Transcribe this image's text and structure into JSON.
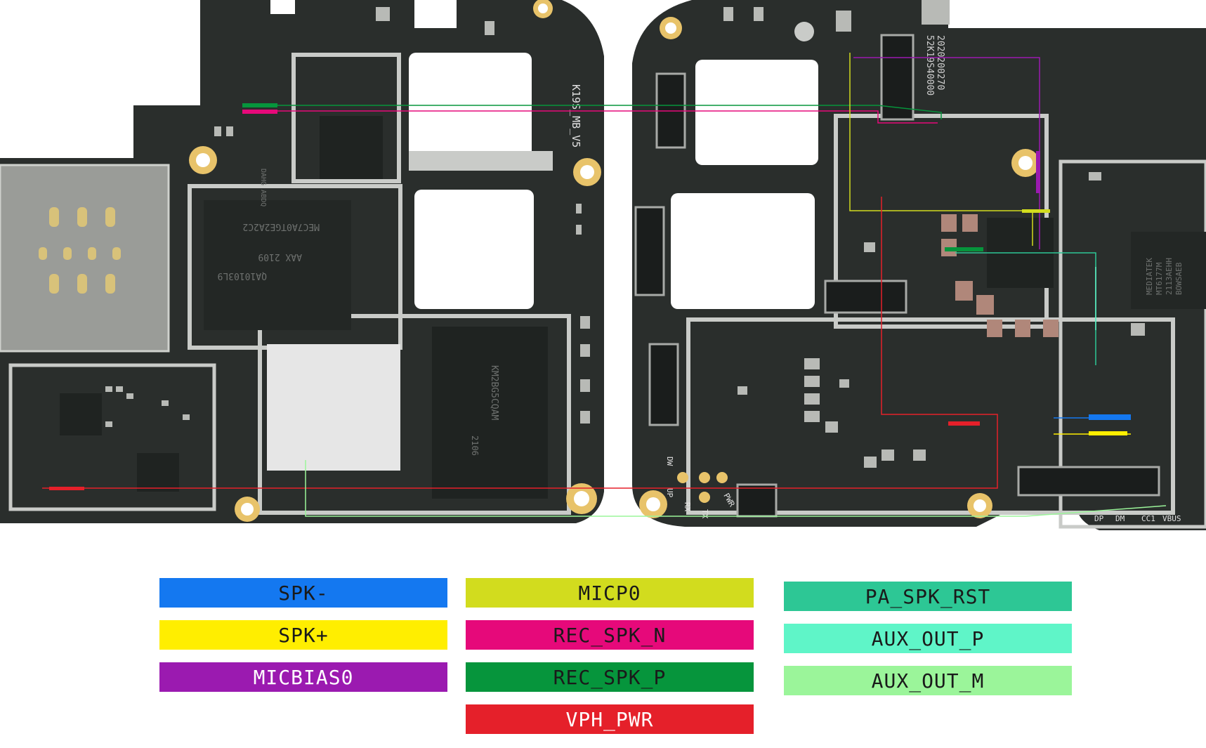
{
  "board": {
    "left_board": {
      "model_label": "K19S_MB_V5",
      "chip_text": [
        "MEC7A0TGE2A2C2",
        "AAX 2109",
        "QA10103L9"
      ],
      "memory_text": [
        "KM2BG5CQAM",
        "2106"
      ],
      "small_label": "DAHG ABDQ"
    },
    "right_board": {
      "serial_label": "52K19S40000",
      "serial_label_2": "2020200270",
      "chip_text": [
        "MEDIATEK",
        "MT6177M",
        "2113AEHH",
        "BOWSAEB"
      ],
      "pad_labels": [
        "DW",
        "UP",
        "RX",
        "TX",
        "PWR"
      ],
      "usb_labels": [
        "DP",
        "DM",
        "CC1",
        "VBUS"
      ]
    },
    "colors": {
      "pcb": "#2a2e2c",
      "pcb_dark": "#1f2321",
      "shield": "#c9cbc8",
      "gold": "#e8c36a",
      "component": "#b8bab6"
    }
  },
  "legend": [
    {
      "label": "SPK-",
      "color": "#1478f0",
      "text_color": "#1a1a1a"
    },
    {
      "label": "SPK+",
      "color": "#ffee00",
      "text_color": "#1a1a1a"
    },
    {
      "label": "MICBIAS0",
      "color": "#9b1ab0",
      "text_color": "#ffffff"
    },
    {
      "label": "MICP0",
      "color": "#d2dc1e",
      "text_color": "#1a1a1a"
    },
    {
      "label": "REC_SPK_N",
      "color": "#e6097a",
      "text_color": "#1a1a1a"
    },
    {
      "label": "REC_SPK_P",
      "color": "#06953c",
      "text_color": "#1a1a1a"
    },
    {
      "label": "VPH_PWR",
      "color": "#e5202a",
      "text_color": "#ffffff"
    },
    {
      "label": "PA_SPK_RST",
      "color": "#2dc795",
      "text_color": "#1a1a1a"
    },
    {
      "label": "AUX_OUT_P",
      "color": "#5ff5c8",
      "text_color": "#1a1a1a"
    },
    {
      "label": "AUX_OUT_M",
      "color": "#9bf59a",
      "text_color": "#1a1a1a"
    }
  ]
}
